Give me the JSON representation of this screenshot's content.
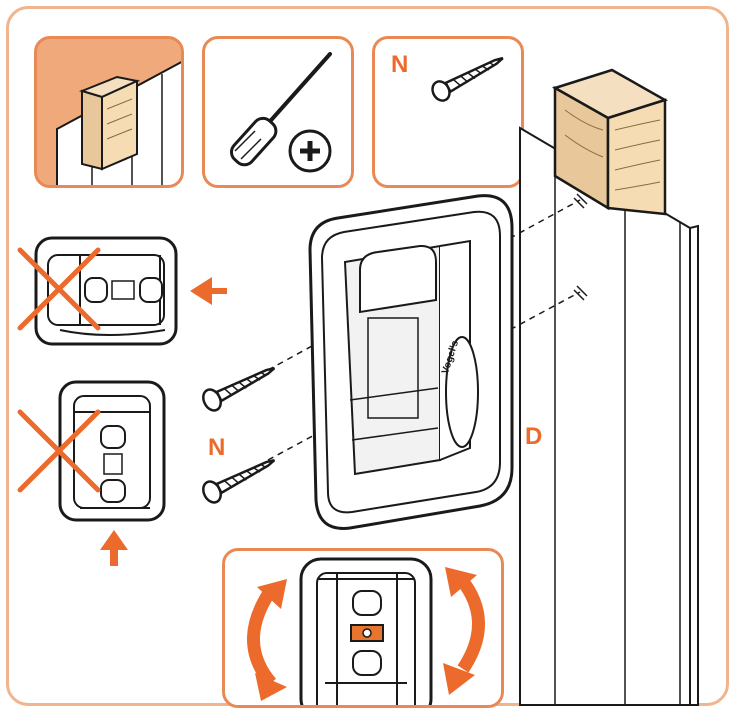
{
  "labels": {
    "screw_pack_label": "N",
    "screws_label": "N",
    "bracket_label": "D",
    "brand_mark": "Vogel's"
  },
  "icons": {
    "wall": "wood-stud-wall-icon",
    "tool": "phillips-screwdriver-icon",
    "screw": "screw-icon",
    "wrong": "red-x-icon",
    "direction": "arrow-icon",
    "rotate": "rotate-arrows-icon"
  },
  "colors": {
    "accent": "#ec6a2c",
    "panel_border": "#e98a55",
    "frame_border": "#f0b48f",
    "wall_panel_fill": "#f0a97b",
    "line": "#1a1a1a"
  }
}
